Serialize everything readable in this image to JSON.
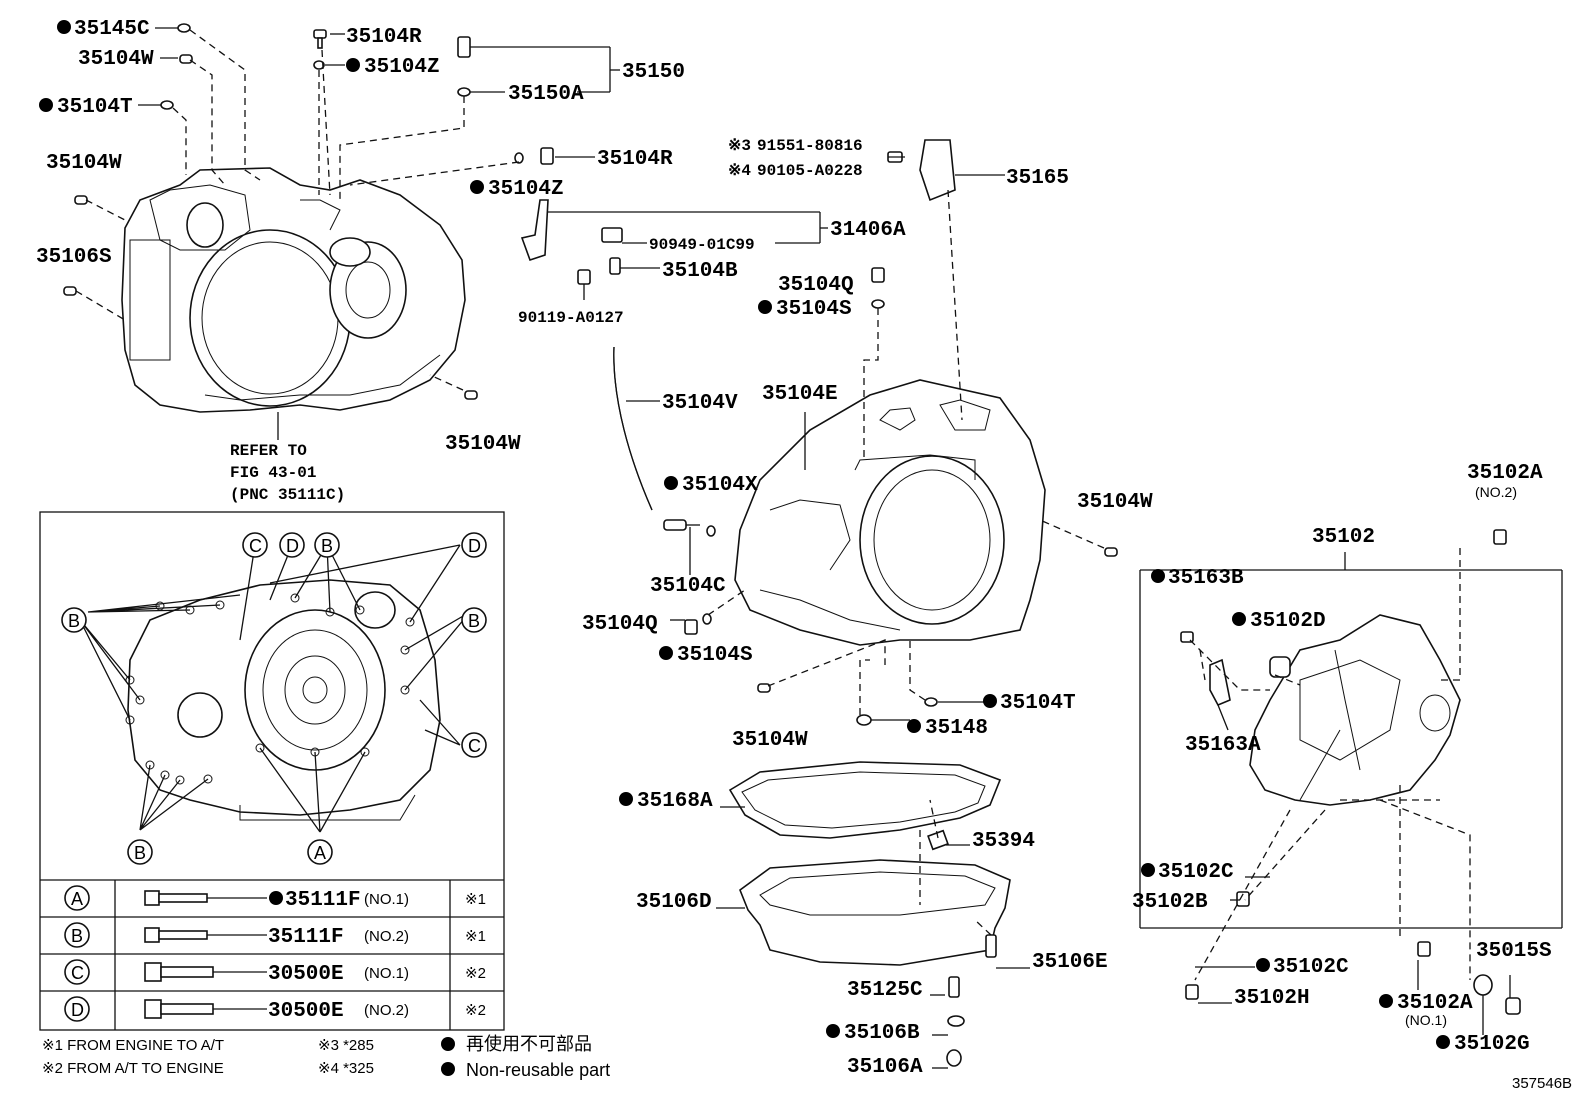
{
  "diagram_id": "357546B",
  "refer_note": {
    "line1": "REFER TO",
    "line2": "FIG 43-01",
    "line3": "(PNC 35111C)"
  },
  "callouts": [
    {
      "text": "35145C",
      "dot": true
    },
    {
      "text": "35104W"
    },
    {
      "text": "35104T",
      "dot": true
    },
    {
      "text": "35104W"
    },
    {
      "text": "35106S"
    },
    {
      "text": "35104R"
    },
    {
      "text": "35104Z",
      "dot": true
    },
    {
      "text": "35150A"
    },
    {
      "text": "35150"
    },
    {
      "text": "35104R"
    },
    {
      "text": "35104Z",
      "dot": true
    },
    {
      "text": "35104W"
    },
    {
      "text": "31406A"
    },
    {
      "text": "90949-01C99"
    },
    {
      "text": "35104B"
    },
    {
      "text": "90119-A0127"
    },
    {
      "text": "35104Q"
    },
    {
      "text": "35104S",
      "dot": true
    },
    {
      "text": "35165"
    },
    {
      "text": "35104V"
    },
    {
      "text": "35104E"
    },
    {
      "text": "35104X",
      "dot": true
    },
    {
      "text": "35104C"
    },
    {
      "text": "35104W"
    },
    {
      "text": "35104Q"
    },
    {
      "text": "35104S",
      "dot": true
    },
    {
      "text": "35104W"
    },
    {
      "text": "35104T",
      "dot": true
    },
    {
      "text": "35148",
      "dot": true
    },
    {
      "text": "35102A"
    },
    {
      "text": "35102"
    },
    {
      "text": "35163B",
      "dot": true
    },
    {
      "text": "35102D",
      "dot": true
    },
    {
      "text": "35163A"
    },
    {
      "text": "35168A",
      "dot": true
    },
    {
      "text": "35394"
    },
    {
      "text": "35106D"
    },
    {
      "text": "35102C",
      "dot": true
    },
    {
      "text": "35102B"
    },
    {
      "text": "35106E"
    },
    {
      "text": "35102C",
      "dot": true
    },
    {
      "text": "35102H"
    },
    {
      "text": "35125C"
    },
    {
      "text": "35106B",
      "dot": true
    },
    {
      "text": "35106A"
    },
    {
      "text": "35102A",
      "dot": true
    },
    {
      "text": "35015S"
    },
    {
      "text": "35102G",
      "dot": true
    }
  ],
  "footnotes": [
    {
      "mark": "※3",
      "pn": "91551-80816"
    },
    {
      "mark": "※4",
      "pn": "90105-A0228"
    }
  ],
  "sub_tags": {
    "no2": "(NO.2)",
    "no1": "(NO.1)"
  },
  "inset_letters": [
    "A",
    "B",
    "C",
    "D"
  ],
  "bolt_table": [
    {
      "letter": "A",
      "pn": "35111F",
      "dot": true,
      "no": "(NO.1)",
      "ref": "※1"
    },
    {
      "letter": "B",
      "pn": "35111F",
      "dot": false,
      "no": "(NO.2)",
      "ref": "※1"
    },
    {
      "letter": "C",
      "pn": "30500E",
      "dot": false,
      "no": "(NO.1)",
      "ref": "※2"
    },
    {
      "letter": "D",
      "pn": "30500E",
      "dot": false,
      "no": "(NO.2)",
      "ref": "※2"
    }
  ],
  "legend": {
    "n1": "※1 FROM ENGINE TO A/T",
    "n2": "※2 FROM A/T TO ENGINE",
    "n3": "※3 *285",
    "n4": "※4 *325",
    "jp": "再使用不可部品",
    "en": "Non-reusable part"
  }
}
